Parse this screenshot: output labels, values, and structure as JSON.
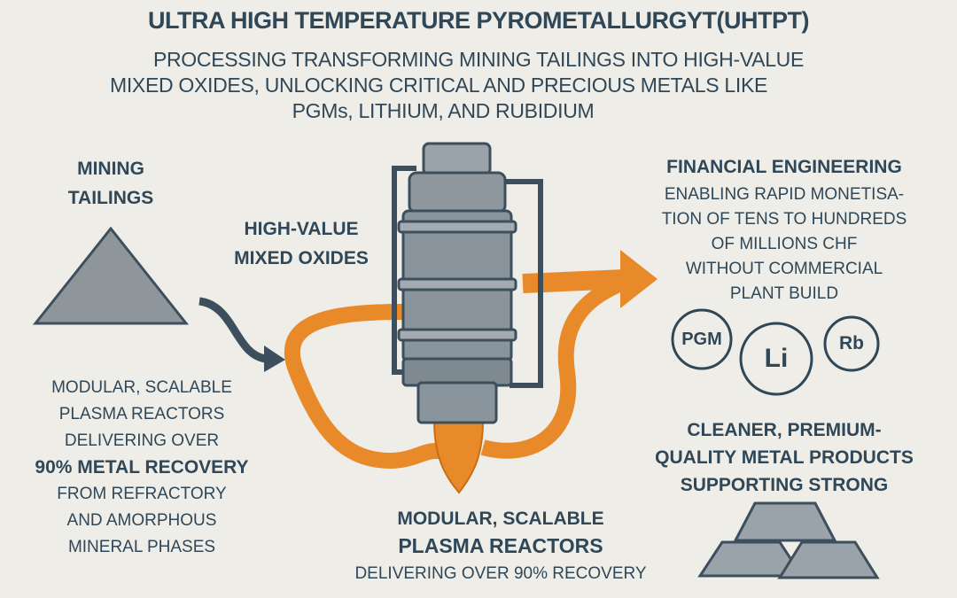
{
  "title": "ULTRA HIGH TEMPERATURE PYROMETALLURGYT(UHTPT)",
  "subtitle": [
    "PROCESSING TRANSFORMING MINING TAILINGS INTO HIGH-VALUE",
    "MIXED OXIDES, UNLOCKING CRITICAL AND PRECIOUS METALS LIKE",
    "PGMs, LITHIUM, AND RUBIDIUM"
  ],
  "mining_tailings": [
    "MINING",
    "TAILINGS"
  ],
  "mixed_oxides": [
    "HIGH-VALUE",
    "MIXED OXIDES"
  ],
  "left_text": [
    "MODULAR, SCALABLE",
    "PLASMA REACTORS",
    "DELIVERING OVER",
    "90% METAL RECOVERY",
    "FROM REFRACTORY",
    "AND AMORPHOUS",
    "MINERAL PHASES"
  ],
  "bottom_text": [
    "MODULAR, SCALABLE",
    "PLASMA REACTORS",
    "DELIVERING OVER 90% RECOVERY"
  ],
  "financial": {
    "heading": "FINANCIAL ENGINEERING",
    "lines": [
      "ENABLING RAPID MONETISA-",
      "TION OF TENS TO HUNDREDS",
      "OF MILLIONS CHF",
      "WITHOUT COMMERCIAL",
      "PLANT BUILD"
    ]
  },
  "metals": [
    "PGM",
    "Li",
    "Rb"
  ],
  "products": [
    "CLEANER, PREMIUM-",
    "QUALITY METAL PRODUCTS",
    "SUPPORTING STRONG"
  ],
  "colors": {
    "background": "#efede8",
    "text": "#2f4757",
    "accent": "#e8892a",
    "steel": "#8a949c"
  },
  "icons": [
    "tailings-pile-icon",
    "reactor-icon",
    "flow-arrow-icon",
    "metal-ingots-icon"
  ]
}
